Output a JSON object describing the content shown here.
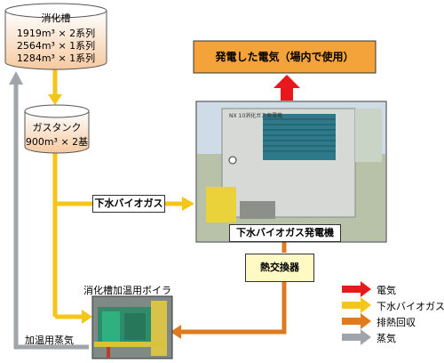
{
  "digestion_tank": {
    "title": "消化槽",
    "lines": [
      "1919m³ × 2系列",
      "2564m³ × 1系列",
      "1284m³ × 1系列"
    ]
  },
  "gas_tank": {
    "title": "ガスタンク",
    "capacity": "900m³ × 2基"
  },
  "output_box": "発電した電気（場内で使用）",
  "biogas_flow_label": "下水バイオガス",
  "generator_label": "下水バイオガス発電機",
  "generator_plate": "NX 10消化ガス発電機",
  "heat_exchanger": "熱交換器",
  "boiler_label": "消化槽加温用ボイラ",
  "steam_label": "加温用蒸気",
  "colors": {
    "electricity": "#e8181c",
    "biogas": "#f5c518",
    "heat": "#e07a1e",
    "steam": "#a0a4ab",
    "output_fill": "#f4a23a"
  },
  "legend": [
    {
      "label": "電気",
      "color": "#e8181c",
      "icon": "red-arrow-icon"
    },
    {
      "label": "下水バイオガス",
      "color": "#f5c518",
      "icon": "yellow-arrow-icon"
    },
    {
      "label": "排熱回収",
      "color": "#e07a1e",
      "icon": "orange-arrow-icon"
    },
    {
      "label": "蒸気",
      "color": "#a0a4ab",
      "icon": "gray-arrow-icon"
    }
  ]
}
